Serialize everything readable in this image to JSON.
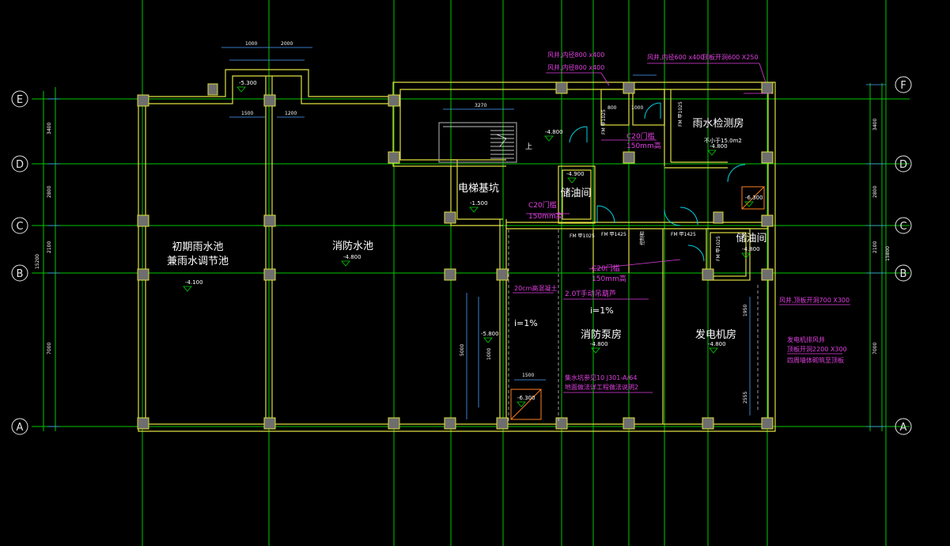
{
  "axes": {
    "rows": [
      "E",
      "D",
      "C",
      "B",
      "A"
    ],
    "rows_right": [
      "F",
      "D",
      "C",
      "B",
      "A"
    ]
  },
  "rooms": {
    "initial_rain_line1": "初期雨水池",
    "initial_rain_line2": "兼雨水调节池",
    "fire_pool": "消防水池",
    "elevator_pit": "电梯基坑",
    "oil_store_1": "储油间",
    "oil_store_2": "储油间",
    "rain_test_room": "雨水检测房",
    "fire_pump_room": "消防泵房",
    "generator_room": "发电机房"
  },
  "levels": {
    "lv_4800": "-4.800",
    "lv_5300": "-5.300",
    "lv_5800": "-5.800",
    "lv_6300": "-6.300",
    "lv_4900": "-4.900",
    "lv_1500": "-1.500",
    "lv_4100": "-4.100",
    "lv_4300": "-4.800"
  },
  "notes": {
    "shaft_1": "风井,内径800 x400",
    "shaft_2": "风井,内径800 x400",
    "shaft_3": "风井,内径600 x400",
    "louver_1": "顶板开洞600 X250",
    "threshold_1": "C20门槛",
    "threshold_1b": "150mm高",
    "threshold_2": "C20门槛",
    "threshold_2b": "150mm高",
    "threshold_3": "C20门槛",
    "threshold_3b": "150mm高",
    "slope_1": "i=1%",
    "slope_2": "i=1%",
    "trench_note": "20cm高混凝土",
    "hoist_note": "2.0T手动吊葫芦",
    "drain_1": "集水坑参见10 J301-A/64",
    "drain_2": "地面做法详工程做法说明2",
    "shaft_right": "风井,顶板开洞700 X300",
    "gen_shaft_1": "发电机排风井",
    "gen_shaft_2": "顶板开洞2200 X300",
    "gen_shaft_3": "四周墙体砌筑至顶板",
    "area_note": "不小于15.0m2",
    "up_label": "上",
    "door_fm1": "FM 甲1025",
    "door_fm2": "FM 甲1025",
    "door_fm3": "FM 甲1425",
    "door_fm4": "FM 甲1025",
    "door_fm5": "FM 甲1425",
    "door_fm6": "FM 甲1025",
    "equip": "控制柜"
  },
  "dims": {
    "top_1000": "1000",
    "top_2000": "2000",
    "top_1500": "1500",
    "top_1200": "1200",
    "top_3270": "3270",
    "top_800": "800",
    "top_1000b": "1000",
    "left_3400": "3400",
    "left_2800": "2800",
    "left_2100": "2100",
    "left_7000": "7000",
    "left_15200": "15200",
    "right_3400": "3400",
    "right_2800": "2800",
    "right_2100": "2100",
    "right_7000": "7000",
    "right_15800": "15800",
    "d_5000": "5000",
    "d_1000": "1000",
    "d_1500": "1500",
    "d_2555": "2555",
    "d_1950": "1950"
  },
  "colors": {
    "background": "#000000",
    "grid": "#00c800",
    "wall": "#e0e040",
    "text": "#ffffff",
    "annotation": "#e040e0",
    "dimension": "#4aa0ff",
    "column": "#7a7a7a"
  }
}
